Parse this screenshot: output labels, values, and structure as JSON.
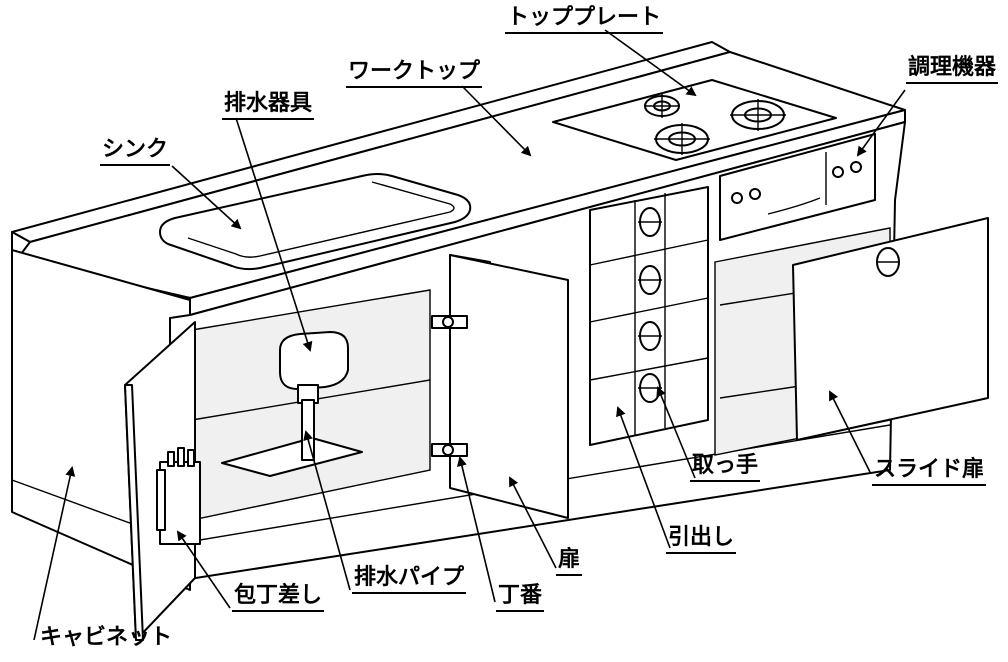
{
  "labels": {
    "top_plate": "トッププレート",
    "cooking_appliance": "調理機器",
    "worktop": "ワークトップ",
    "drain_fitting": "排水器具",
    "sink": "シンク",
    "handle": "取っ手",
    "slide_door": "スライド扉",
    "drawer": "引出し",
    "door": "扉",
    "drain_pipe": "排水パイプ",
    "hinge": "丁番",
    "knife_holder": "包丁差し",
    "cabinet": "キャビネット"
  }
}
